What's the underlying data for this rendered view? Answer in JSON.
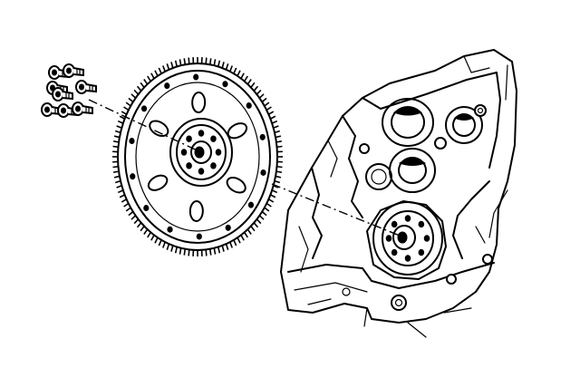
{
  "figure": {
    "parts": [
      {
        "id": "flywheel",
        "icon": "flywheel-icon"
      },
      {
        "id": "bolts",
        "icon": "bolt-icon",
        "count": 8
      },
      {
        "id": "engine-block",
        "icon": "engine-block-icon"
      },
      {
        "id": "crankshaft-flange",
        "icon": "crankshaft-flange-icon"
      }
    ],
    "colors": {
      "ink": "#000000",
      "paper": "#ffffff"
    }
  }
}
